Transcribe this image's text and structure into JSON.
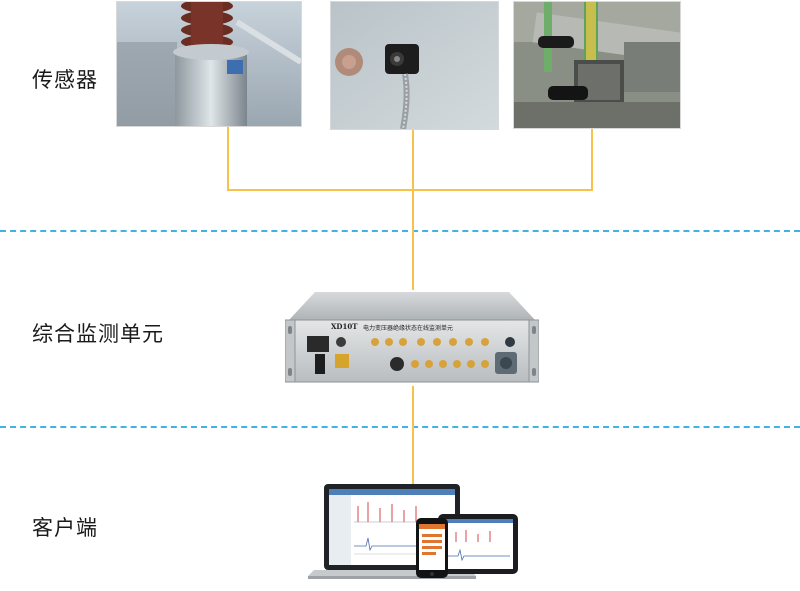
{
  "tiers": {
    "sensor": {
      "label": "传感器"
    },
    "monitor_unit": {
      "label": "综合监测单元",
      "device_model": "XD10T",
      "device_title": "电力变压器绝缘状态在线监测单元"
    },
    "client": {
      "label": "客户端"
    }
  },
  "colors": {
    "connector": "#f7c14c",
    "divider": "#3fb3e6",
    "panel": "#c9cccf",
    "ports": "#d8a23a"
  }
}
